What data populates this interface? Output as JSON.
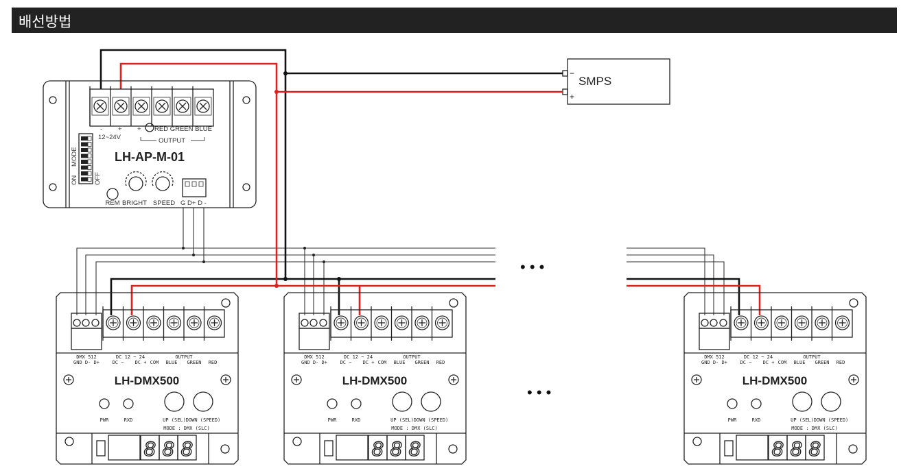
{
  "header": {
    "title": "배선방법"
  },
  "smps": {
    "label": "SMPS",
    "minus": "−",
    "plus": "+"
  },
  "controller": {
    "model": "LH-AP-M-01",
    "minus": "-",
    "plus": "+",
    "voltage": "12~24V",
    "out_plus": "+",
    "colors": "RED GREEN BLUE",
    "output": "OUTPUT",
    "mode": "MODE",
    "on": "ON",
    "off": "OFF",
    "rem": "REM",
    "bright": "BRIGHT",
    "speed": "SPEED",
    "knob_minus": "-",
    "knob_plus": "+",
    "dmx_pins": "G  D+  D -"
  },
  "dmx_unit": {
    "model": "LH-DMX500",
    "dmx512": "DMX 512",
    "dmx_pins": "GND D- D+",
    "dc": "DC 12 ~ 24",
    "dc_minus": "DC −",
    "dc_plus": "DC +",
    "output": "OUTPUT",
    "com": "COM",
    "blue": "BLUE",
    "green": "GREEN",
    "red": "RED",
    "pwr": "PWR",
    "rxd": "RXD",
    "up": "UP (SEL)",
    "down": "DOWN (SPEED)",
    "mode": "MODE : DMX (SLC)",
    "display": [
      "8",
      "8",
      "8"
    ]
  },
  "ellipsis": "•   •   •",
  "colors": {
    "header_bg": "#222222",
    "positive_wire": "#e02020",
    "negative_wire": "#111111"
  }
}
